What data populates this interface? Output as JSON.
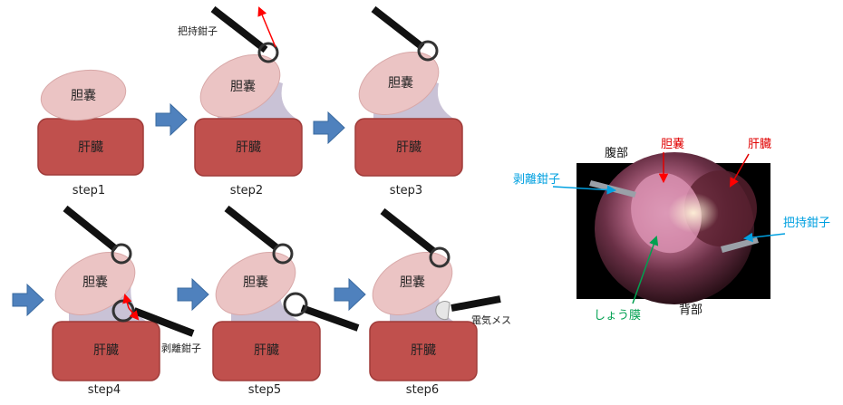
{
  "organs": {
    "gallbladder": "胆嚢",
    "liver": "肝臓"
  },
  "instruments": {
    "grasping_forceps": "把持鉗子",
    "dissecting_forceps": "剥離鉗子",
    "electrocautery": "電気メス"
  },
  "steps": [
    "step1",
    "step2",
    "step3",
    "step4",
    "step5",
    "step6"
  ],
  "photo": {
    "ventral": "腹部",
    "dorsal": "背部",
    "gallbladder": "胆嚢",
    "liver": "肝臓",
    "dissecting_forceps": "剥離鉗子",
    "grasping_forceps": "把持鉗子",
    "serosa": "しょう膜"
  },
  "colors": {
    "gallbladder_fill": "#ebc4c4",
    "liver_fill": "#c0504d",
    "membrane_fill": "#c9c2d6",
    "flow_arrow": "#4f81bd",
    "pull_arrow": "#ff0000",
    "label_red": "#e00000",
    "label_blue": "#00a0e0",
    "label_green": "#00a050"
  }
}
